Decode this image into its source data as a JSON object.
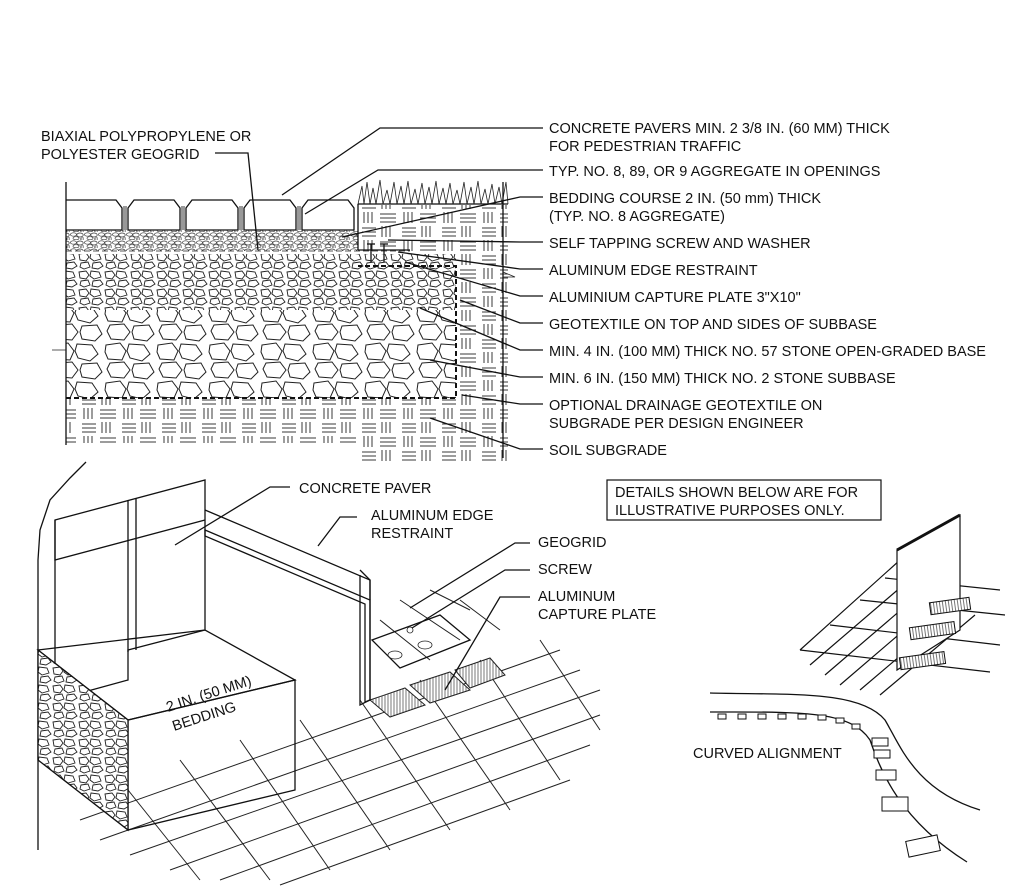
{
  "section_detail": {
    "left_label": [
      "BIAXIAL POLYPROPYLENE OR",
      "POLYESTER GEOGRID"
    ],
    "callouts": [
      [
        "CONCRETE PAVERS MIN. 2 3/8 IN. (60 MM) THICK",
        "FOR PEDESTRIAN TRAFFIC"
      ],
      [
        "TYP. NO. 8, 89, OR 9 AGGREGATE IN OPENINGS"
      ],
      [
        "BEDDING COURSE 2 IN. (50 mm) THICK",
        "(TYP. NO. 8 AGGREGATE)"
      ],
      [
        "SELF TAPPING SCREW AND WASHER"
      ],
      [
        "ALUMINUM EDGE RESTRAINT"
      ],
      [
        "ALUMINIUM CAPTURE PLATE 3\"X10\""
      ],
      [
        "GEOTEXTILE ON TOP AND SIDES OF SUBBASE"
      ],
      [
        "MIN. 4 IN. (100 MM) THICK NO. 57 STONE OPEN-GRADED BASE"
      ],
      [
        "MIN. 6 IN. (150 MM) THICK NO. 2 STONE SUBBASE"
      ],
      [
        "OPTIONAL DRAINAGE GEOTEXTILE ON",
        "SUBGRADE PER DESIGN ENGINEER"
      ],
      [
        "SOIL SUBGRADE"
      ]
    ]
  },
  "iso_detail": {
    "callouts": [
      [
        "CONCRETE PAVER"
      ],
      [
        "ALUMINUM EDGE",
        "RESTRAINT"
      ],
      [
        "GEOGRID"
      ],
      [
        "SCREW"
      ],
      [
        "ALUMINUM",
        "CAPTURE PLATE"
      ]
    ],
    "bedding_label": [
      "2 IN.  (50 MM)",
      "BEDDING"
    ]
  },
  "note_box": [
    "DETAILS SHOWN BELOW ARE FOR",
    "ILLUSTRATIVE PURPOSES ONLY."
  ],
  "curved_detail": {
    "label": "CURVED ALIGNMENT"
  }
}
